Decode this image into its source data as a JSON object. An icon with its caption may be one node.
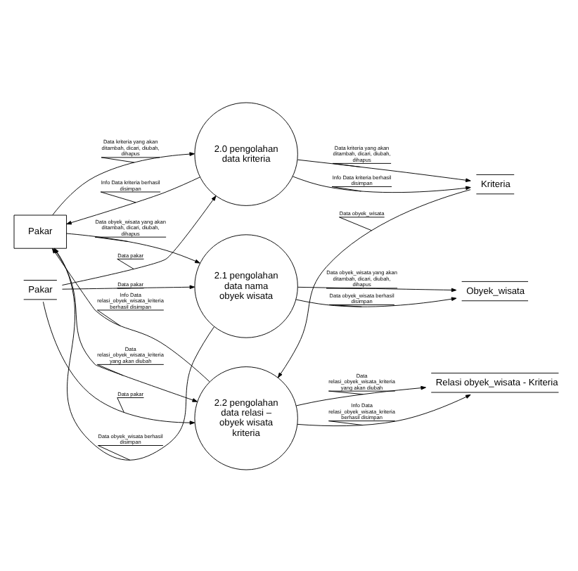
{
  "diagram": {
    "nodes": [
      {
        "text": [
          "Pakar"
        ]
      },
      {
        "text": [
          "2.0 pengolahan data kriteria"
        ]
      },
      {
        "text": [
          "Kriteria"
        ]
      },
      {
        "text": [
          "Pakar"
        ]
      },
      {
        "text": [
          "2.1 pengolahan data nama obyek wisata"
        ]
      },
      {
        "text": [
          "Obyek_wisata"
        ]
      },
      {
        "text": [
          "2.2 pengolahan data relasi – obyek wisata kriteria"
        ]
      },
      {
        "text": [
          "Relasi obyek_wisata - Kriteria"
        ]
      }
    ],
    "edges": [
      {
        "from": 0,
        "to": 1,
        "arrow": "to",
        "label": "Data kriteria yang akan ditambah, dicari, diubah, dihapus"
      },
      {
        "from": 1,
        "to": 0,
        "arrow": "to",
        "label": "Info Data kriteria berhasil disimpan"
      },
      {
        "from": 1,
        "to": 2,
        "arrow": "to",
        "label": "Data kriteria yang akan ditambah, dicari, diubah, dihapus"
      },
      {
        "from": 1,
        "to": 2,
        "arrow": "to",
        "label": "Info Data kriteria berhasil disimpan"
      },
      {
        "from": 3,
        "to": 1,
        "arrow": "to",
        "label": "Data pakar"
      },
      {
        "from": 3,
        "to": 4,
        "arrow": "to",
        "label": "Data pakar"
      },
      {
        "from": 0,
        "to": 4,
        "arrow": "to",
        "label": "Data obyek_wisata yang akan ditambah, dicari, diubah, dihapus"
      },
      {
        "from": 4,
        "to": 0,
        "arrow": "to",
        "label": "Data obyek_wisata berhasil disimpan"
      },
      {
        "from": 4,
        "to": 5,
        "arrow": "to",
        "label": "Data obyek_wisata yang akan ditambah, dicari, diubah, dihapus"
      },
      {
        "from": 4,
        "to": 5,
        "arrow": "to",
        "label": "Data obyek_wisata berhasil disimpan"
      },
      {
        "from": 3,
        "to": 6,
        "arrow": "to",
        "label": "Data pakar"
      },
      {
        "from": 2,
        "to": 6,
        "arrow": "to",
        "label": "Data obyek_wisata"
      },
      {
        "from": 0,
        "to": 6,
        "arrow": "to",
        "label": "Data relasi_obyek_wisata_kriteria yang akan diubah"
      },
      {
        "from": 6,
        "to": 0,
        "arrow": "to",
        "label": "Info Data relasi_obyek_wisata_kriteria berhasil disimpan"
      },
      {
        "from": 6,
        "to": 7,
        "arrow": "to",
        "label": "Data relasi_obyek_wisata_kriteria yang akan diubah"
      },
      {
        "from": 6,
        "to": 7,
        "arrow": "to",
        "label": "Info Data relasi_obyek_wisata_kriteria berhasil disimpan"
      }
    ]
  }
}
